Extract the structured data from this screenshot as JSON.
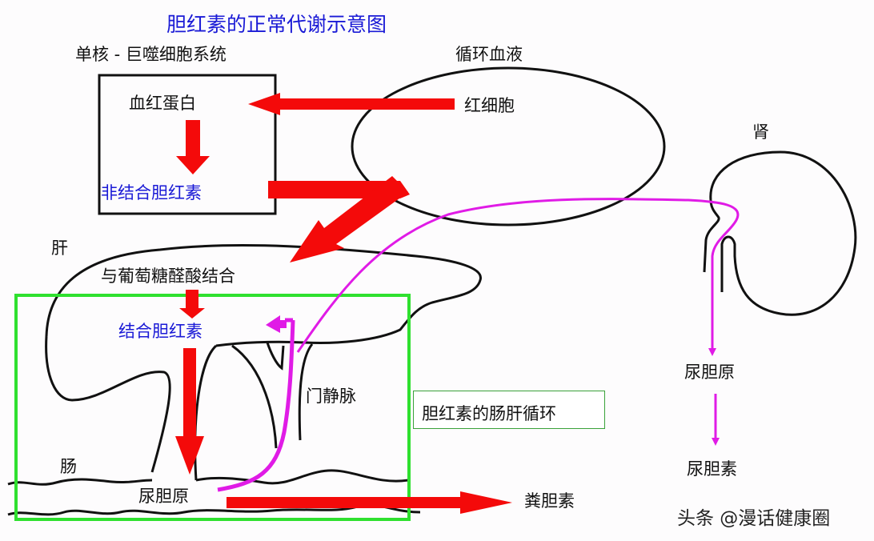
{
  "title": "胆红素的正常代谢示意图",
  "labels": {
    "mps": "单核 - 巨噬细胞系统",
    "circulation": "循环血液",
    "rbc": "红细胞",
    "hemoglobin": "血红蛋白",
    "unconjugated": "非结合胆红素",
    "kidney": "肾",
    "liver": "肝",
    "glucuronidation": "与葡萄糖醛酸结合",
    "conjugated": "结合胆红素",
    "portal_vein": "门静脉",
    "intestine": "肠",
    "urobilinogen_gut": "尿胆原",
    "stercobilin": "粪胆素",
    "urobilinogen_urine": "尿胆原",
    "urobilin": "尿胆素"
  },
  "legend": {
    "enterohepatic": "胆红素的肠肝循环"
  },
  "watermark": "头条 @漫话健康圈",
  "colors": {
    "title_blue": "#1a1ad6",
    "arrow_red": "#f40a0a",
    "magenta": "#e01be6",
    "green_box": "#2fe02f",
    "outline": "#111111"
  }
}
